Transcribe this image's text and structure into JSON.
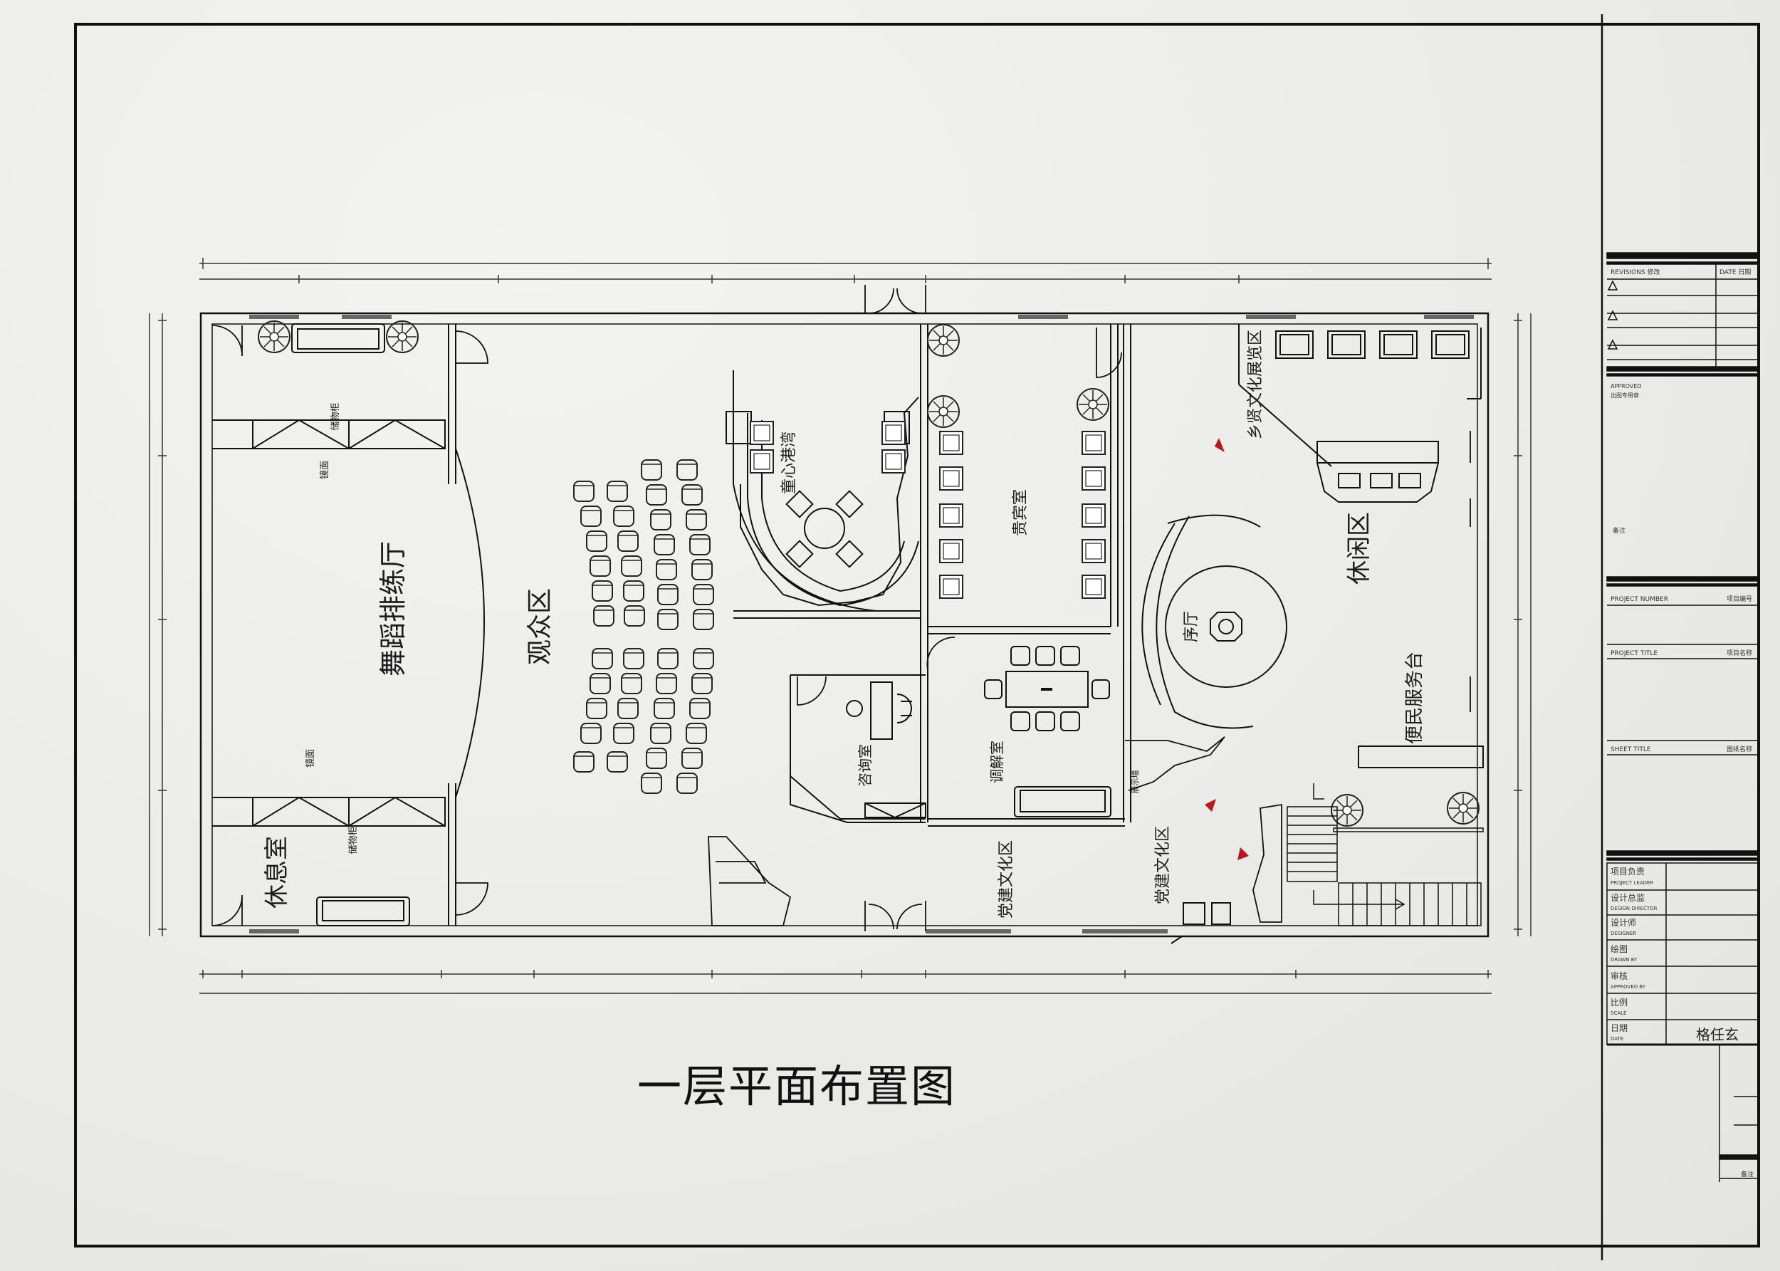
{
  "drawing": {
    "title": "一层平面布置图"
  },
  "rooms": {
    "lounge": "休息室",
    "dance_hall": "舞蹈排练厅",
    "audience": "观众区",
    "harbor": "童心港湾",
    "vip": "贵宾室",
    "village_gallery": "乡贤文化展览区",
    "leisure": "休闲区",
    "hall": "序厅",
    "consult": "咨询室",
    "mediation": "调解室",
    "service": "便民服务台",
    "party_culture_1": "党建文化区",
    "party_culture_2": "党建文化区"
  },
  "labels": {
    "mirror_top": "镜面",
    "cabinet_top": "储物柜",
    "mirror_bottom": "镜面",
    "cabinet_bottom": "储物柜",
    "display_wall": "展示墙"
  },
  "title_block": {
    "revisions": "REVISIONS 修改",
    "date": "DATE 日期",
    "approved": "APPROVED",
    "approved_sub": "出图专用章",
    "remarks": "备注",
    "project_number": "PROJECT NUMBER",
    "project_number_cn": "项目编号",
    "project_title": "PROJECT TITLE",
    "project_title_cn": "项目名称",
    "sheet_title": "SHEET TITLE",
    "sheet_title_cn": "图纸名称",
    "project_manager": "项目负责",
    "project_manager_en": "PROJECT LEADER",
    "design_director": "设计总监",
    "design_director_en": "DESIGN DIRECTOR",
    "designer": "设计师",
    "designer_en": "DESIGNER",
    "drafter": "绘图",
    "drafter_en": "DRAWN BY",
    "checker": "审核",
    "checker_en": "APPROVED BY",
    "scale": "比例",
    "scale_en": "SCALE",
    "date2": "日期",
    "date2_en": "DATE",
    "signature": "格任玄",
    "note": "备注"
  }
}
